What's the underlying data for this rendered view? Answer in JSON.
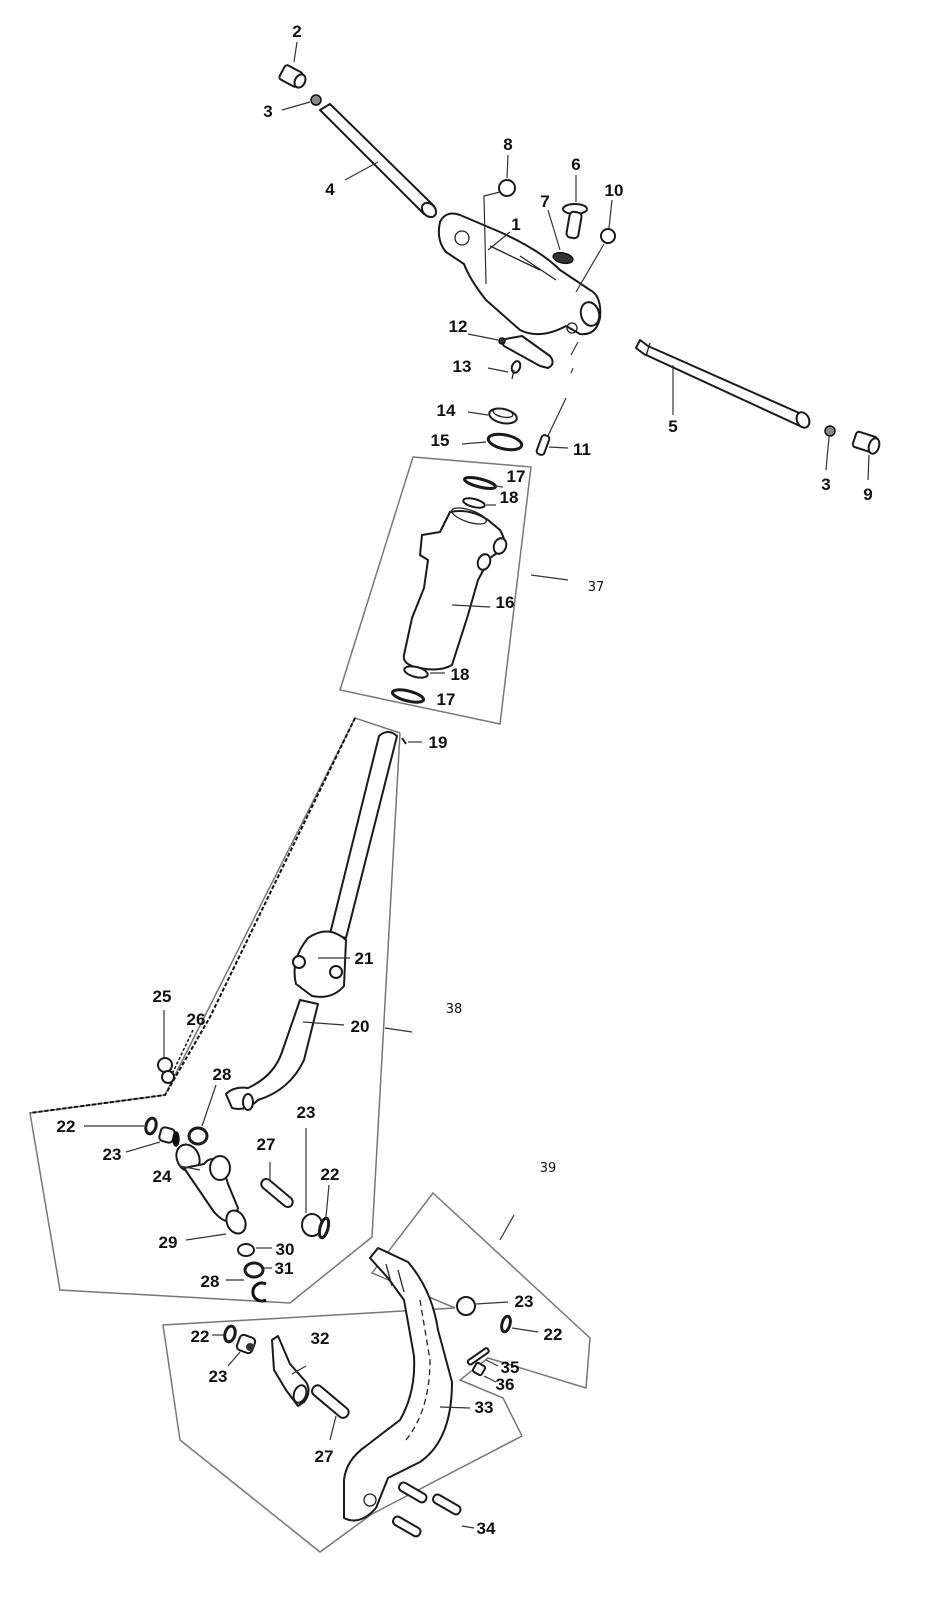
{
  "diagram": {
    "title": "Steering column exploded parts view",
    "parts": [
      {
        "id": "p1",
        "number": "1"
      },
      {
        "id": "p2",
        "number": "2"
      },
      {
        "id": "p3a",
        "number": "3"
      },
      {
        "id": "p3b",
        "number": "3"
      },
      {
        "id": "p4",
        "number": "4"
      },
      {
        "id": "p5",
        "number": "5"
      },
      {
        "id": "p6",
        "number": "6"
      },
      {
        "id": "p7",
        "number": "7"
      },
      {
        "id": "p8",
        "number": "8"
      },
      {
        "id": "p9",
        "number": "9"
      },
      {
        "id": "p10",
        "number": "10"
      },
      {
        "id": "p11",
        "number": "11"
      },
      {
        "id": "p12",
        "number": "12"
      },
      {
        "id": "p13",
        "number": "13"
      },
      {
        "id": "p14",
        "number": "14"
      },
      {
        "id": "p15",
        "number": "15"
      },
      {
        "id": "p16",
        "number": "16"
      },
      {
        "id": "p17a",
        "number": "17"
      },
      {
        "id": "p17b",
        "number": "17"
      },
      {
        "id": "p18a",
        "number": "18"
      },
      {
        "id": "p18b",
        "number": "18"
      },
      {
        "id": "p19",
        "number": "19"
      },
      {
        "id": "p20",
        "number": "20"
      },
      {
        "id": "p21",
        "number": "21"
      },
      {
        "id": "p22a",
        "number": "22"
      },
      {
        "id": "p22b",
        "number": "22"
      },
      {
        "id": "p22c",
        "number": "22"
      },
      {
        "id": "p22d",
        "number": "22"
      },
      {
        "id": "p23a",
        "number": "23"
      },
      {
        "id": "p23b",
        "number": "23"
      },
      {
        "id": "p23c",
        "number": "23"
      },
      {
        "id": "p23d",
        "number": "23"
      },
      {
        "id": "p24",
        "number": "24"
      },
      {
        "id": "p25",
        "number": "25"
      },
      {
        "id": "p26",
        "number": "26"
      },
      {
        "id": "p27a",
        "number": "27"
      },
      {
        "id": "p27b",
        "number": "27"
      },
      {
        "id": "p28a",
        "number": "28"
      },
      {
        "id": "p28b",
        "number": "28"
      },
      {
        "id": "p29",
        "number": "29"
      },
      {
        "id": "p30",
        "number": "30"
      },
      {
        "id": "p31",
        "number": "31"
      },
      {
        "id": "p32",
        "number": "32"
      },
      {
        "id": "p33",
        "number": "33"
      },
      {
        "id": "p34",
        "number": "34"
      },
      {
        "id": "p35",
        "number": "35"
      },
      {
        "id": "p36",
        "number": "36"
      }
    ],
    "assemblies": [
      {
        "id": "a37",
        "number": "37"
      },
      {
        "id": "a38",
        "number": "38"
      },
      {
        "id": "a39",
        "number": "39"
      }
    ]
  }
}
